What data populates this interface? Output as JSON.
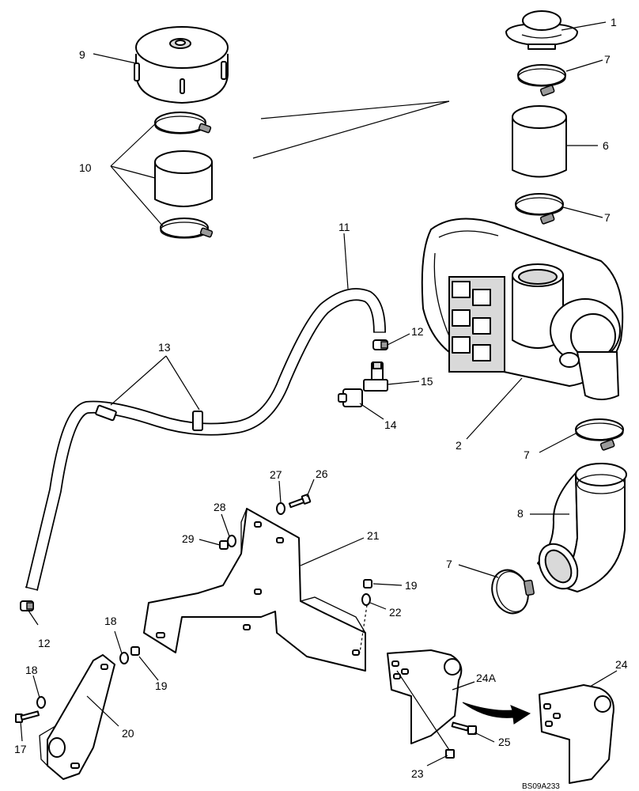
{
  "drawing": {
    "code": "BS09A233",
    "callouts": {
      "c1": "1",
      "c2": "2",
      "c6": "6",
      "c7a": "7",
      "c7b": "7",
      "c7c": "7",
      "c7d": "7",
      "c8": "8",
      "c9": "9",
      "c10": "10",
      "c11": "11",
      "c12a": "12",
      "c12b": "12",
      "c13": "13",
      "c14": "14",
      "c15": "15",
      "c17": "17",
      "c18a": "18",
      "c18b": "18",
      "c19a": "19",
      "c19b": "19",
      "c20": "20",
      "c21": "21",
      "c22": "22",
      "c23": "23",
      "c24": "24",
      "c24a": "24A",
      "c25": "25",
      "c26": "26",
      "c27": "27",
      "c28": "28",
      "c29": "29"
    }
  }
}
